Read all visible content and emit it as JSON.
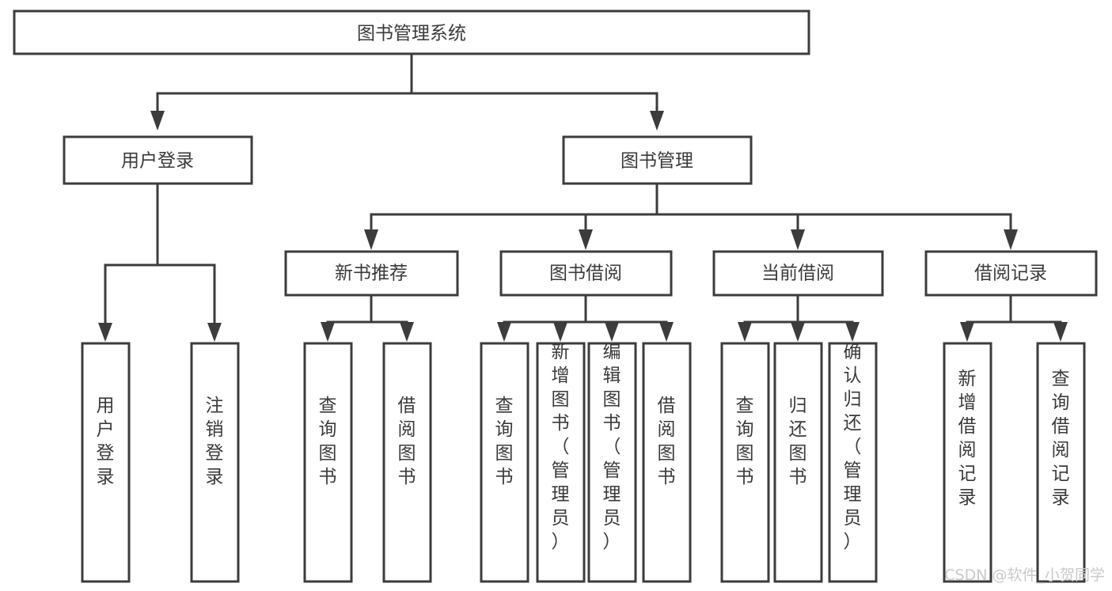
{
  "diagram": {
    "type": "tree-hierarchy",
    "title": "图书管理系统",
    "orientation": "top-down",
    "colors": {
      "background": "#ffffff",
      "box_border": "#3c3c3c",
      "box_fill": "#ffffff",
      "text": "#3a3a3a",
      "connector": "#3c3c3c",
      "watermark": "#c9c9c9"
    },
    "root": {
      "label": "图书管理系统"
    },
    "level2": [
      {
        "label": "用户登录"
      },
      {
        "label": "图书管理"
      }
    ],
    "level3": [
      {
        "label": "新书推荐"
      },
      {
        "label": "图书借阅"
      },
      {
        "label": "当前借阅"
      },
      {
        "label": "借阅记录"
      }
    ],
    "leaves": {
      "user_login": [
        {
          "label": "用户登录"
        },
        {
          "label": "注销登录"
        }
      ],
      "new_book_recommend": [
        {
          "label": "查询图书"
        },
        {
          "label": "借阅图书"
        }
      ],
      "book_borrow": [
        {
          "label": "查询图书"
        },
        {
          "label": "新增图书（管理员）"
        },
        {
          "label": "编辑图书（管理员）"
        },
        {
          "label": "借阅图书"
        }
      ],
      "current_borrow": [
        {
          "label": "查询图书"
        },
        {
          "label": "归还图书"
        },
        {
          "label": "确认归还（管理员）"
        }
      ],
      "borrow_records": [
        {
          "label": "新增借阅记录"
        },
        {
          "label": "查询借阅记录"
        }
      ]
    },
    "watermark": "CSDN @软件_小贺同学"
  }
}
